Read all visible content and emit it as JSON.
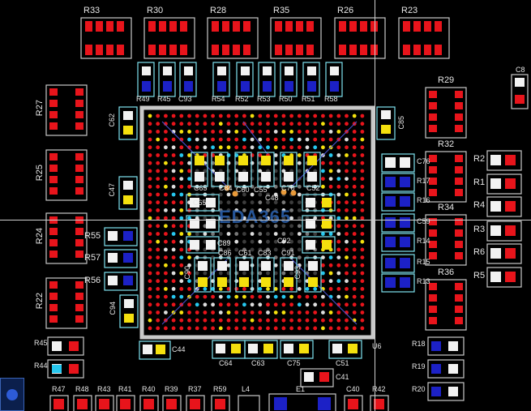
{
  "app": {
    "name": "PCB layout editor"
  },
  "watermark": "EDA365",
  "labels": {
    "top_resistor_arrays": [
      "R33",
      "R30",
      "R28",
      "R35",
      "R26",
      "R23"
    ],
    "top_small": [
      "R49",
      "R45",
      "C93",
      "R54",
      "R52",
      "R53",
      "R50",
      "R51",
      "R58"
    ],
    "left_arrays": [
      "R27",
      "R25",
      "R24",
      "R22"
    ],
    "left_small": [
      "R55",
      "R57",
      "R56"
    ],
    "left_caps": [
      "C62",
      "C47",
      "C94"
    ],
    "left_bottom": [
      "R45",
      "R44"
    ],
    "right_arrays": [
      "R29",
      "R32",
      "R34",
      "R36"
    ],
    "right_col": [
      "R2",
      "R1",
      "R4",
      "R3",
      "R6",
      "R5"
    ],
    "right_mid": [
      "C76",
      "R17",
      "R16",
      "C59",
      "R14",
      "R15",
      "R13"
    ],
    "right_bottom": [
      "R18",
      "R19",
      "R20"
    ],
    "c8": "C8",
    "c85": "C85",
    "inner_caps_top": [
      "C65",
      "C84",
      "C60",
      "C55",
      "C48",
      "C70",
      "C52"
    ],
    "inner_caps_bottom": [
      "C89",
      "C92",
      "C86",
      "C61",
      "C83",
      "C91"
    ],
    "inner_side": [
      "C90",
      "C93"
    ],
    "bottom_caps": [
      "C44",
      "C64",
      "C63",
      "C75",
      "C51",
      "C41"
    ],
    "u6": "U6",
    "bottom_row": [
      "R47",
      "R48",
      "R43",
      "R41",
      "R40",
      "R39",
      "R37",
      "R59",
      "L4",
      "E1",
      "C40",
      "R42"
    ]
  },
  "colors": {
    "pad_red": "#e8141b",
    "pad_blue": "#1c21c6",
    "pad_white": "#f2f2f2",
    "pad_yellow": "#f4e00e",
    "outline_cyan": "#7fe3f0",
    "outline_gray": "#c9c9c9",
    "via_cyan": "#26c7ee",
    "via_white": "#dcdcdc",
    "trace_blue": "#4a52d6"
  }
}
